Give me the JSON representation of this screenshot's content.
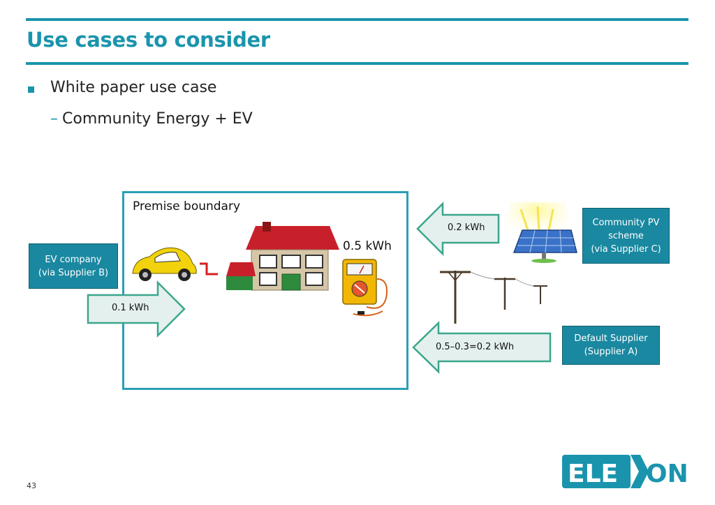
{
  "slide": {
    "title": "Use cases to consider",
    "bullet": "White paper use case",
    "sub_dash": "–",
    "sub_bullet": "Community Energy + EV",
    "page_number": "43"
  },
  "diagram": {
    "premise_label": "Premise boundary",
    "ev_company": [
      "EV company",
      "(via Supplier B)"
    ],
    "community_pv": [
      "Community PV",
      "scheme",
      "(via Supplier C)"
    ],
    "default_supplier": [
      "Default Supplier",
      "(Supplier A)"
    ],
    "ev_arrow_label": "0.1 kWh",
    "pv_arrow_label": "0.2 kWh",
    "supplier_arrow_label": "0.5–0.3=0.2 kWh",
    "meter_reading": "0.5 kWh"
  },
  "logo": {
    "text_left": "ELE",
    "text_right": "ON",
    "color": "#1a94ad"
  },
  "colors": {
    "accent": "#1a94ad",
    "box_fill": "#1a88a0",
    "arrow_fill": "#e4f0ee",
    "arrow_stroke": "#3aa68c"
  }
}
